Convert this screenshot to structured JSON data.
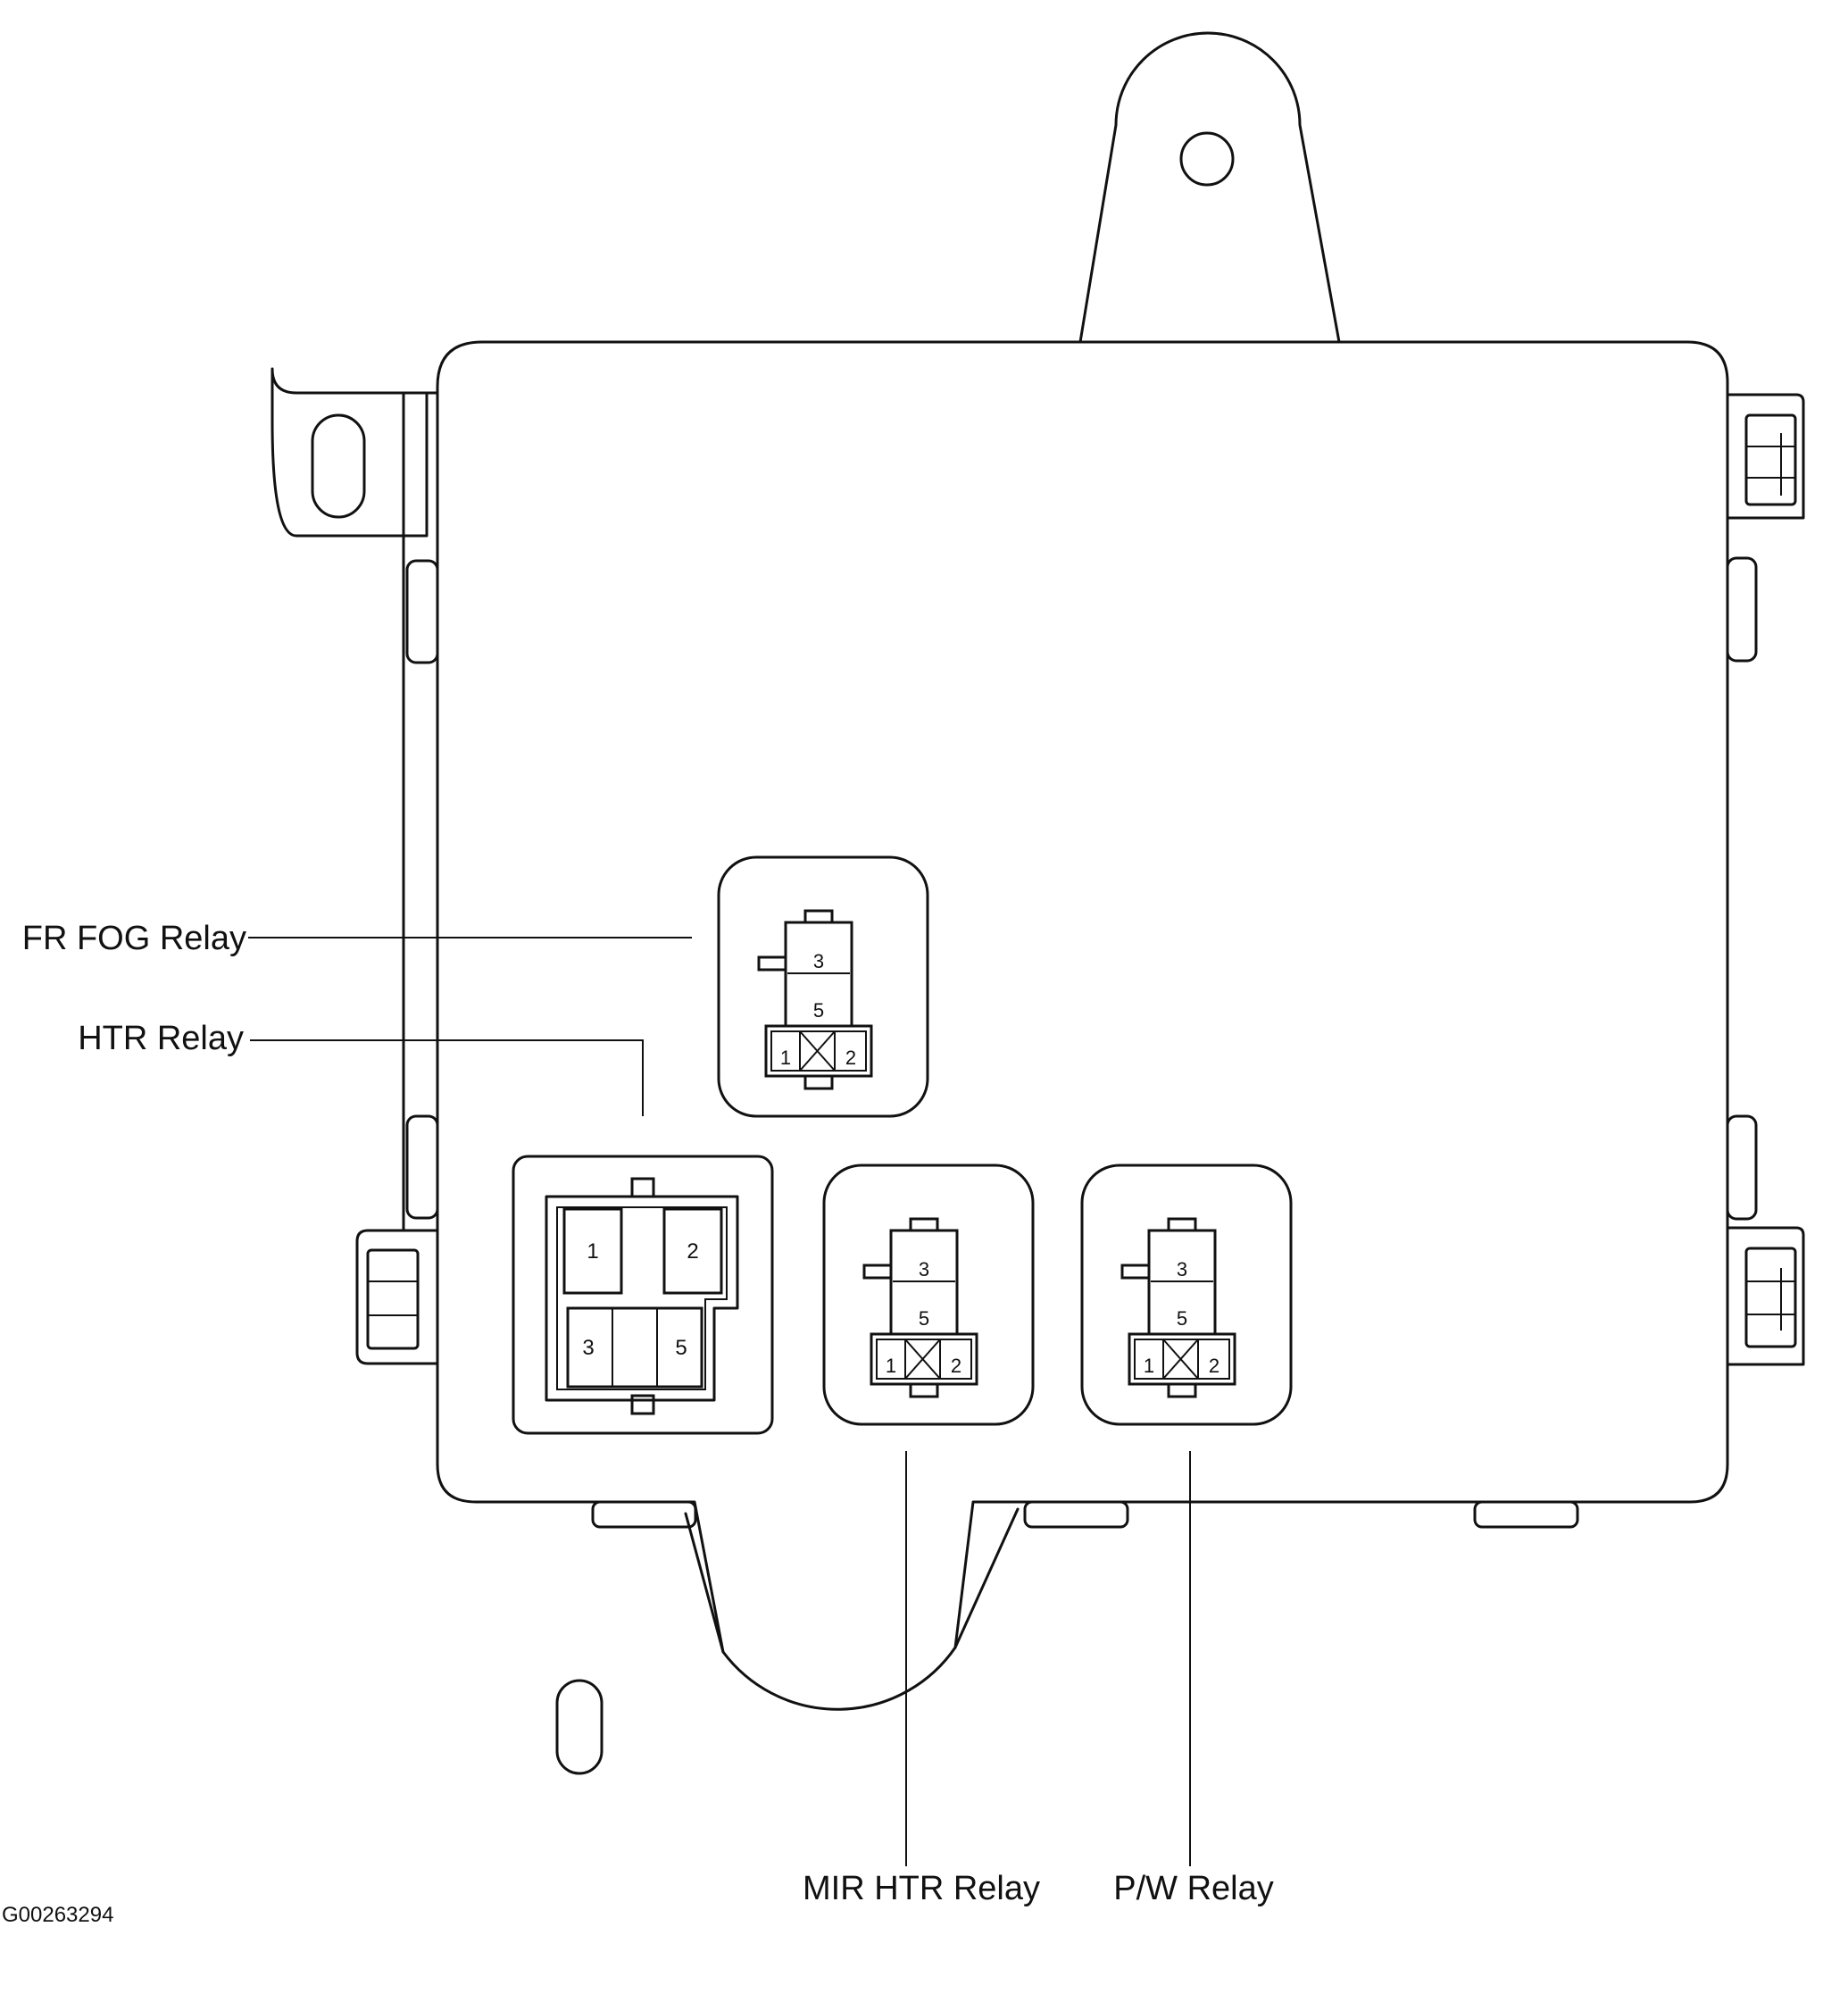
{
  "labels": {
    "fr_fog_relay": "FR FOG Relay",
    "htr_relay": "HTR Relay",
    "mir_htr_relay": "MIR HTR Relay",
    "pw_relay": "P/W Relay"
  },
  "figure_code": "G00263294",
  "small_relay_pins": {
    "p1": "1",
    "p2": "2",
    "p3": "3",
    "p5": "5"
  },
  "large_relay_pins": {
    "p1": "1",
    "p2": "2",
    "p3": "3",
    "p5": "5"
  }
}
